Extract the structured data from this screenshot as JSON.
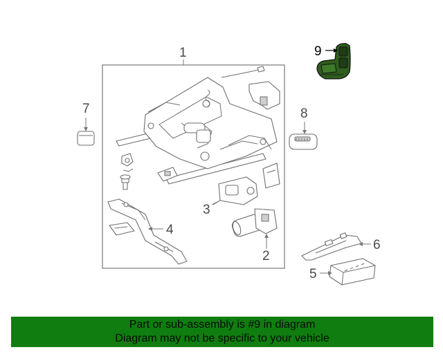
{
  "diagram": {
    "callouts": {
      "c1": "1",
      "c2": "2",
      "c3": "3",
      "c4": "4",
      "c5": "5",
      "c6": "6",
      "c7": "7",
      "c8": "8",
      "c9": "9"
    },
    "highlight_color": "#2f5d1e",
    "highlighted_callout": "9"
  },
  "banner": {
    "line1": "Part or sub-assembly is #9 in diagram",
    "line2": "Diagram may not be specific to your vehicle",
    "background": "#0f7d0f"
  }
}
